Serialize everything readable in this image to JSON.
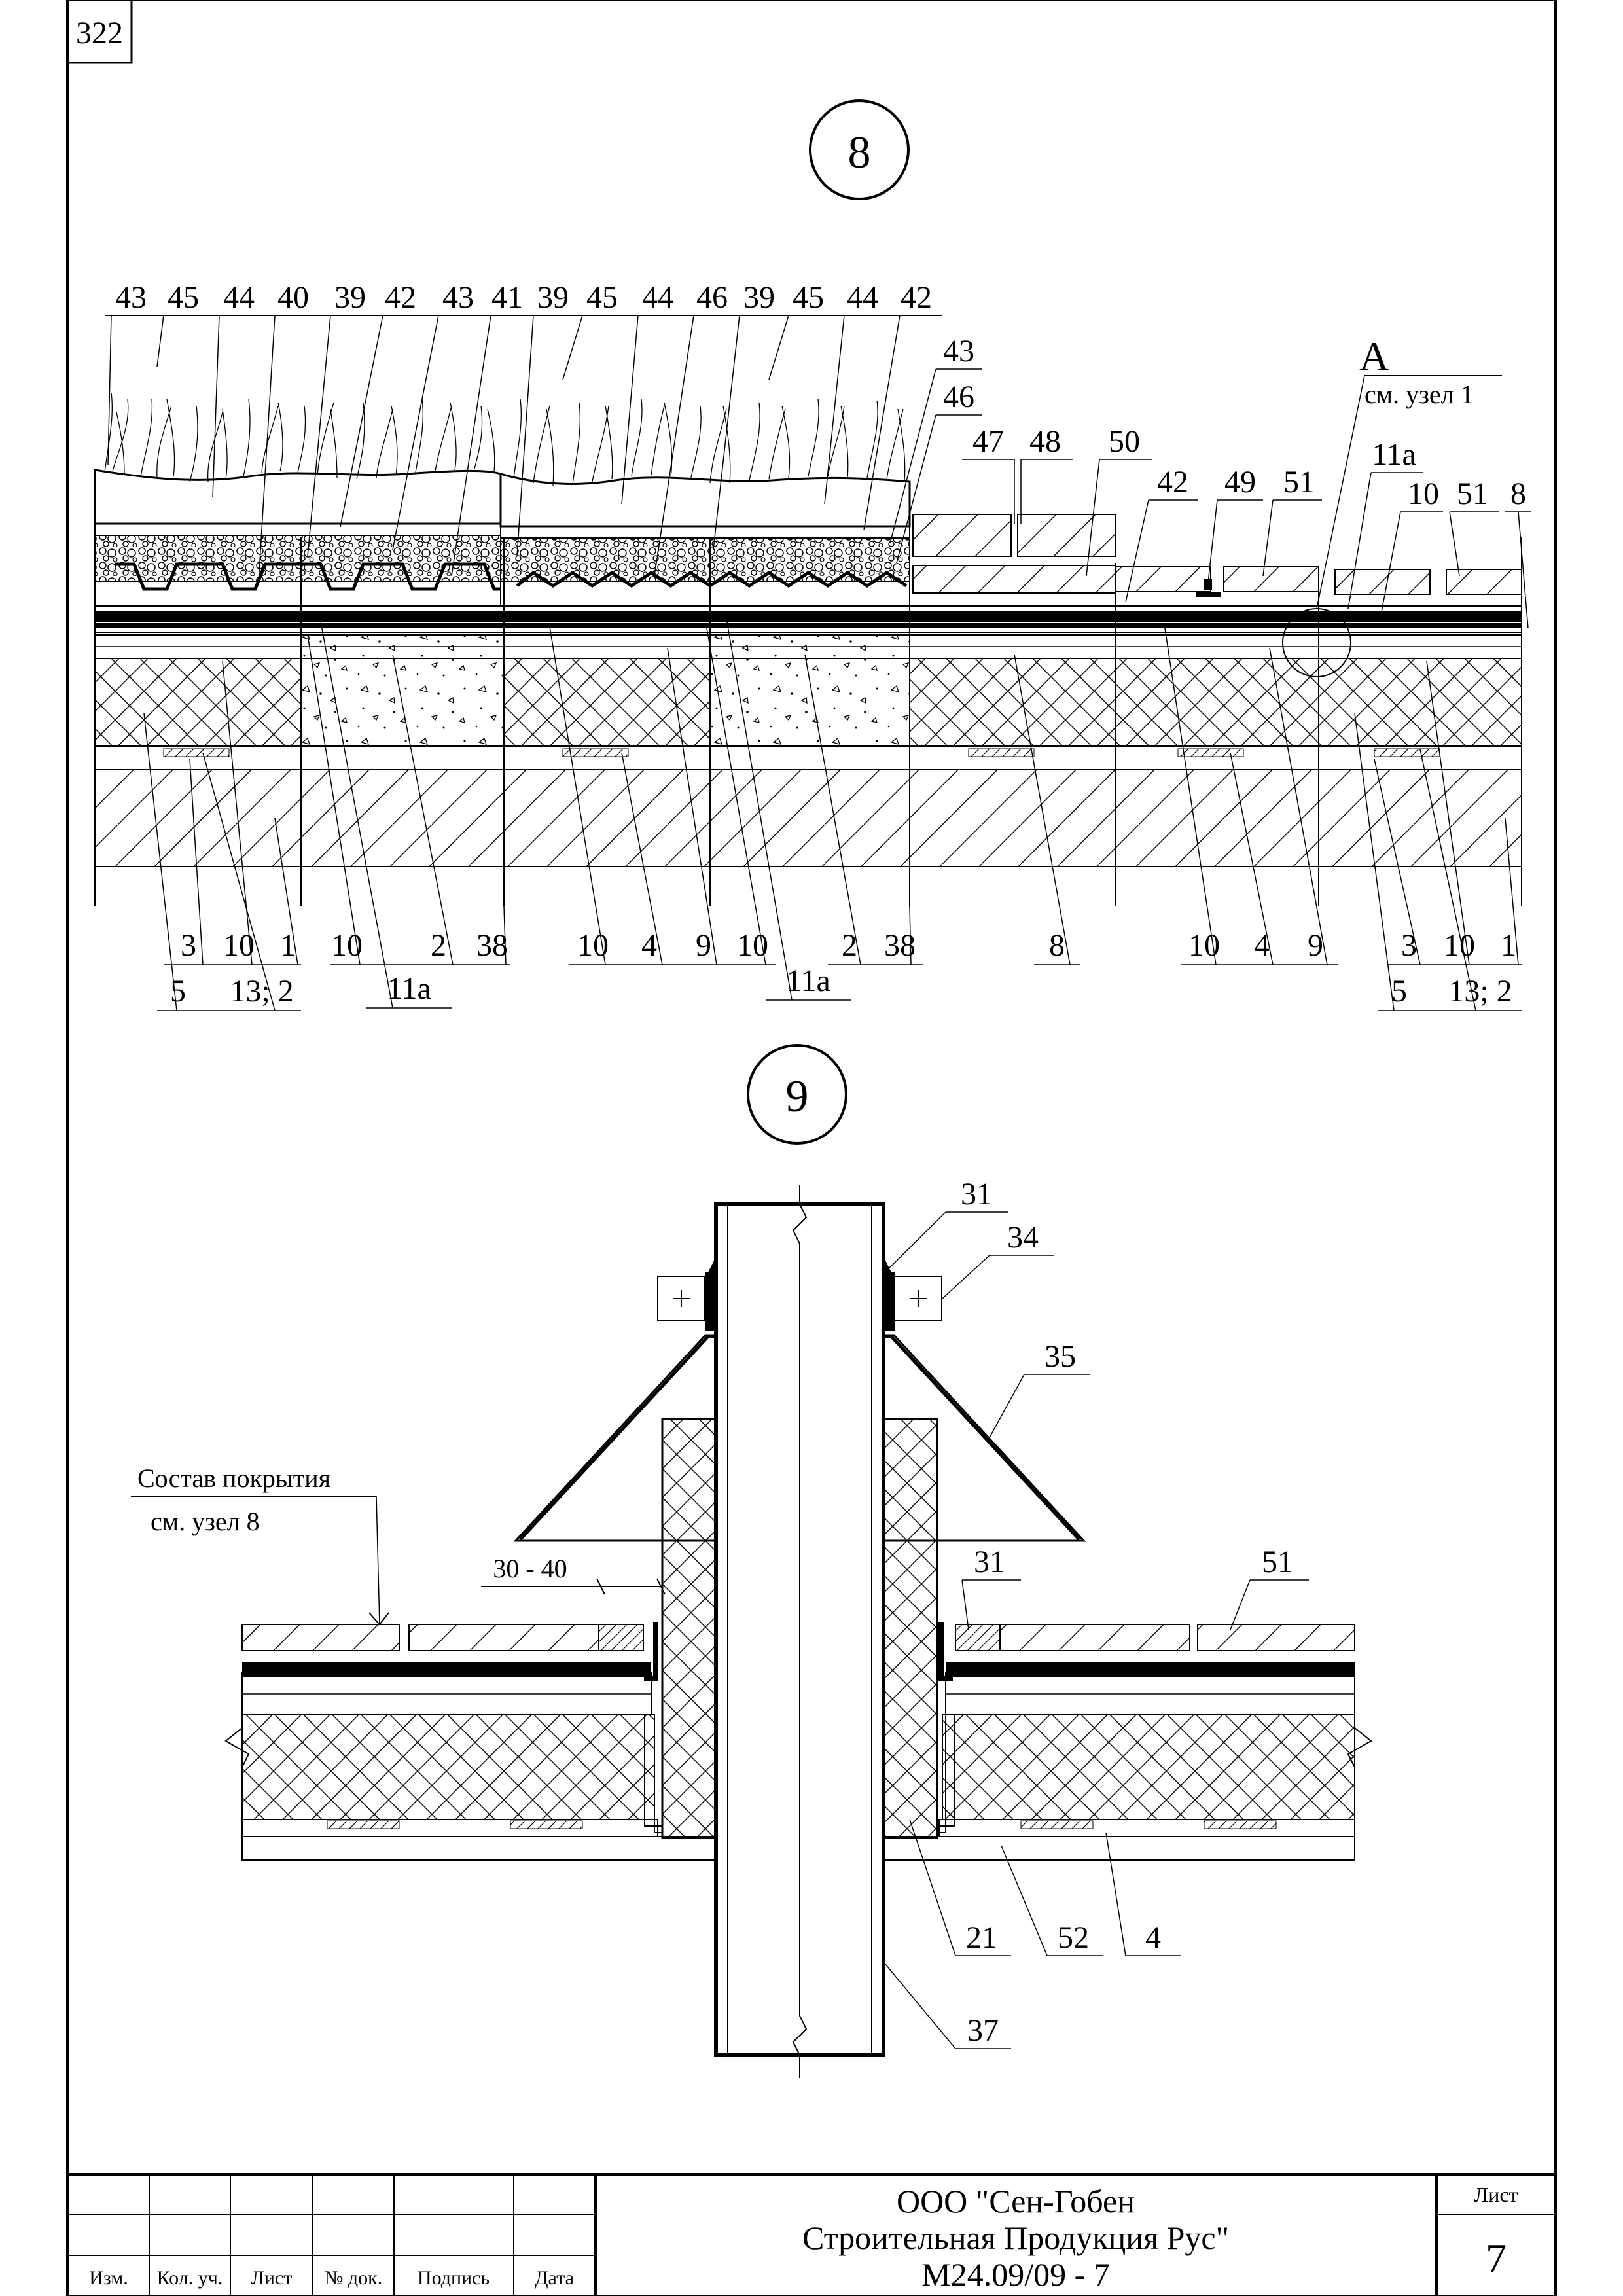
{
  "page_number": "322",
  "detail_8": {
    "number": "8",
    "labels_top": [
      "43",
      "45",
      "44",
      "40",
      "39",
      "42",
      "43",
      "41",
      "39",
      "45",
      "44",
      "46",
      "39",
      "45",
      "44",
      "42"
    ],
    "labels_mid": [
      "43",
      "46",
      "47",
      "48",
      "50",
      "42",
      "49",
      "51",
      "11а",
      "10",
      "51",
      "8"
    ],
    "callout_letter": "А",
    "callout_ref": "см. узел 1",
    "labels_bottom_row1": [
      "3",
      "10",
      "1",
      "10",
      "2",
      "38",
      "10",
      "4",
      "9",
      "10",
      "2",
      "38",
      "8",
      "10",
      "4",
      "9",
      "3",
      "10",
      "1"
    ],
    "labels_bottom_row2": [
      "5",
      "13; 2",
      "11а",
      "11а",
      "5",
      "13; 2"
    ]
  },
  "detail_9": {
    "number": "9",
    "coating_note_line1": "Состав покрытия",
    "coating_note_line2": "см. узел 8",
    "dimension": "30 - 40",
    "labels": [
      "31",
      "34",
      "35",
      "31",
      "51",
      "21",
      "52",
      "4",
      "37"
    ]
  },
  "title_block": {
    "headers": [
      "Изм.",
      "Кол. уч.",
      "Лист",
      "№ док.",
      "Подпись",
      "Дата"
    ],
    "company_line1": "ООО \"Сен-Гобен",
    "company_line2": "Строительная Продукция Рус\"",
    "doc_code": "М24.09/09 - 7",
    "sheet_label": "Лист",
    "sheet_number": "7"
  }
}
